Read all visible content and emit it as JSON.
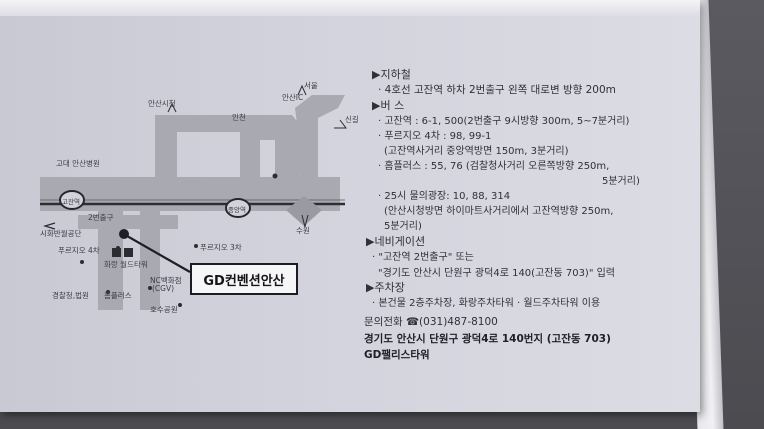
{
  "map": {
    "labels": {
      "ansan_city_hall": "안산시청",
      "gojan_hospital": "고대 안산병원",
      "seoul": "서울",
      "ansan_ic": "안산IC",
      "incheon": "인천",
      "singil": "신길",
      "gojan_station": "고잔역",
      "jungang_station": "중앙역",
      "exit2": "2번출구",
      "suwon": "수원",
      "westside_park": "시화반월공단",
      "prugio4": "푸르지오 4차",
      "prugio3": "푸르지오 3차",
      "hwarang_worldtower": "화랑 월드타워",
      "nc_dept": "NC백화점",
      "cgv": "(CGV)",
      "police_court": "경찰청,법원",
      "homeplus": "홈플러스",
      "lake_park": "호수공원",
      "gd_box": "GD컨벤션안산",
      "parking_marks": "P P"
    }
  },
  "info": {
    "subway_header": "▶지하철",
    "subway_line": "· 4호선 고잔역 하차 2번출구 왼쪽 대로변 방향 200m",
    "bus_header": "▶버 스",
    "bus_1": "· 고잔역 : 6-1, 500(2번출구 9시방향 300m, 5~7분거리)",
    "bus_2a": "· 푸르지오 4차 : 98, 99-1",
    "bus_2b": "(고잔역사거리 중앙역방면 150m, 3분거리)",
    "bus_3a": "· 홈플러스 : 55, 76 (검찰청사거리 오른쪽방향 250m,",
    "bus_3b": "5분거리)",
    "bus_4a": "· 25시 물의광장: 10, 88, 314",
    "bus_4b": "(안산시청방면 하이마트사거리에서 고잔역방향 250m,",
    "bus_4c": "5분거리)",
    "nav_header": "▶네비게이션",
    "nav_1": "· \"고잔역 2번출구\" 또는",
    "nav_2": "\"경기도 안산시 단원구 광덕4로 140(고잔동 703)\" 입력",
    "parking_header": "▶주차장",
    "parking_1": "· 본건물 2층주차장, 화랑주차타워 · 월드주차타워 이용",
    "phone": "문의전화 ☎(031)487-8100",
    "address": "경기도 안산시 단원구 광덕4로 140번지 (고잔동 703)",
    "building": "GD팰리스타워"
  }
}
